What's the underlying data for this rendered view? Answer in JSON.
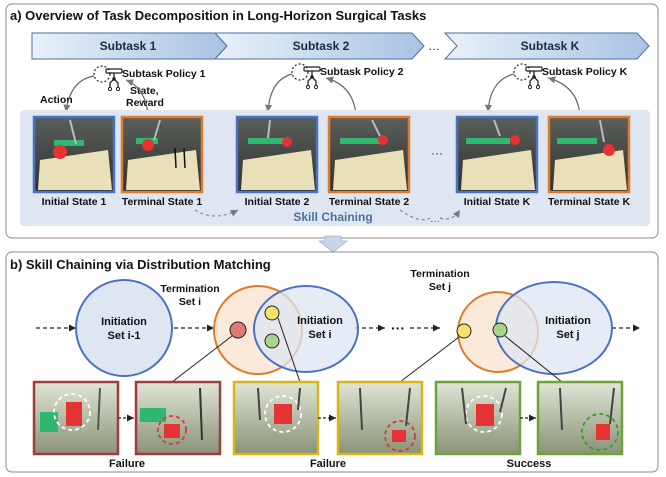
{
  "panel_a": {
    "title": "a) Overview of Task Decomposition in Long-Horizon Surgical Tasks",
    "subtasks": [
      "Subtask 1",
      "Subtask 2",
      "Subtask K"
    ],
    "ellipsis": "…",
    "policies": [
      "Subtask Policy 1",
      "Subtask Policy 2",
      "Subtask Policy K"
    ],
    "action_label": "Action",
    "state_label_1": "State,",
    "state_label_2": "Reward",
    "states": [
      "Initial State 1",
      "Terminal State 1",
      "Initial State 2",
      "Terminal State 2",
      "Initial State K",
      "Terminal State K"
    ],
    "skill_chaining": "Skill Chaining"
  },
  "panel_b": {
    "title": "b) Skill Chaining via Distribution Matching",
    "termination_i_1": "Termination",
    "termination_i_2": "Set i",
    "termination_j_1": "Termination",
    "termination_j_2": "Set j",
    "init_prev_1": "Initiation",
    "init_prev_2": "Set i-1",
    "init_i_1": "Initiation",
    "init_i_2": "Set i",
    "init_j_1": "Initiation",
    "init_j_2": "Set j",
    "dots": "···",
    "outcomes": [
      "Failure",
      "Failure",
      "Success"
    ]
  },
  "colors": {
    "blue": "#4a72c4",
    "orange": "#e07b2c",
    "red_frame": "#a33b3b",
    "yellow_frame": "#d9b515",
    "green_frame": "#6aa53a",
    "panel_bg": "#dde6f1"
  }
}
